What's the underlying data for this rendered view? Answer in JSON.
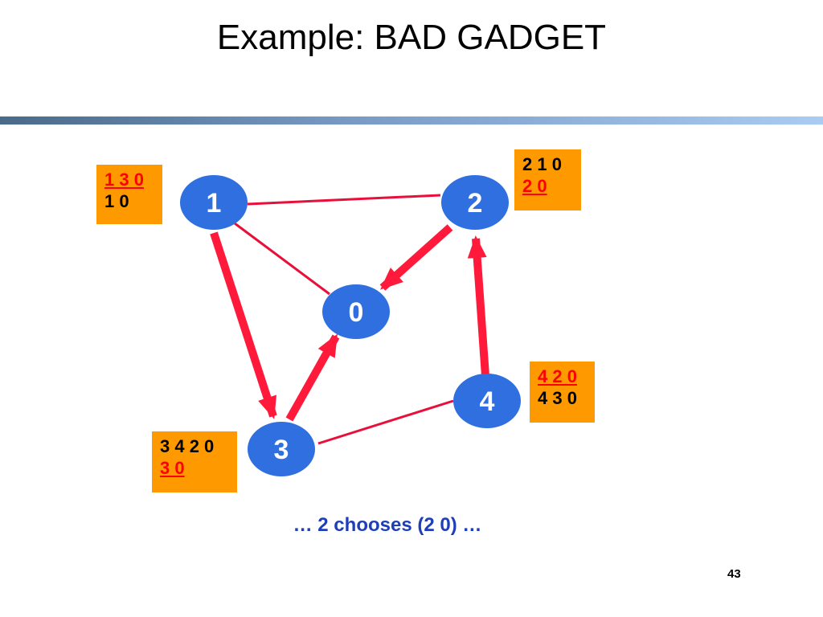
{
  "title": "Example: BAD GADGET",
  "colors": {
    "node_fill": "#2f6fe0",
    "thin_edge": "#e8103a",
    "thick_edge": "#ff1a3c",
    "box_fill": "#ff9900",
    "chosen_path": "#ff0000",
    "caption": "#1f3fb8"
  },
  "nodes": [
    {
      "id": "0",
      "label": "0"
    },
    {
      "id": "1",
      "label": "1"
    },
    {
      "id": "2",
      "label": "2"
    },
    {
      "id": "3",
      "label": "3"
    },
    {
      "id": "4",
      "label": "4"
    }
  ],
  "edges": [
    {
      "from": "1",
      "to": "2",
      "style": "thin"
    },
    {
      "from": "1",
      "to": "0",
      "style": "thin"
    },
    {
      "from": "3",
      "to": "4",
      "style": "thin"
    },
    {
      "from": "1",
      "to": "3",
      "style": "thick-arrow"
    },
    {
      "from": "2",
      "to": "0",
      "style": "thick-arrow"
    },
    {
      "from": "3",
      "to": "0",
      "style": "thick-arrow"
    },
    {
      "from": "4",
      "to": "2",
      "style": "thick-arrow"
    }
  ],
  "path_boxes": {
    "node1": {
      "line1": "1 3 0",
      "line2": "1 0",
      "chosen_line": 1
    },
    "node2": {
      "line1": "2 1 0",
      "line2": "2 0",
      "chosen_line": 2
    },
    "node3": {
      "line1": "3 4 2 0",
      "line2": "3 0",
      "chosen_line": 2
    },
    "node4": {
      "line1": "4 2 0",
      "line2": "4 3 0",
      "chosen_line": 1
    }
  },
  "caption": "… 2 chooses (2 0) …",
  "page_number": "43"
}
